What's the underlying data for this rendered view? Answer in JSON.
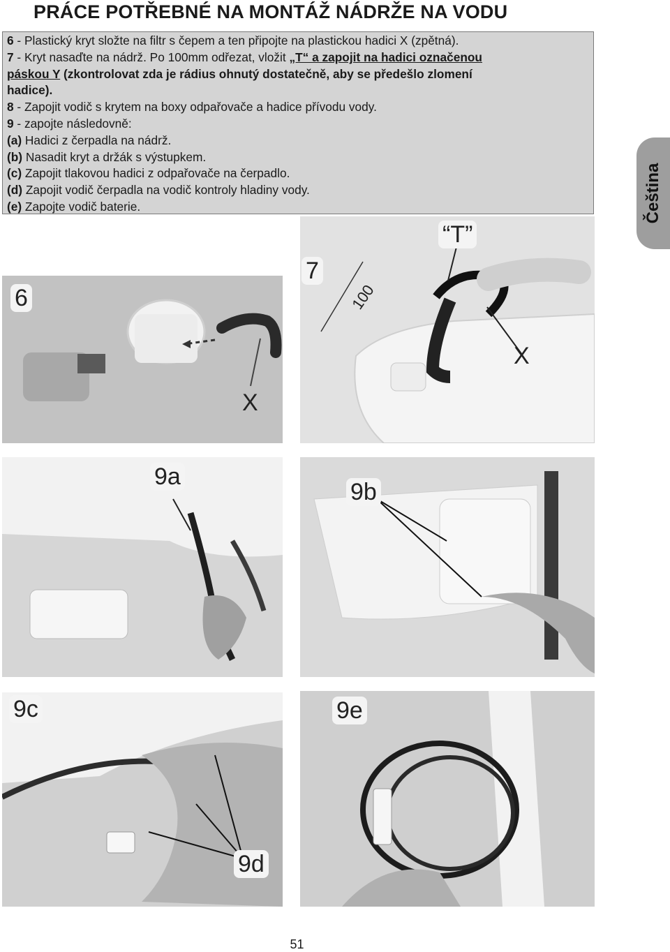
{
  "header": {
    "title": "PRÁCE POTŘEBNÉ NA MONTÁŽ NÁDRŽE NA VODU"
  },
  "instructions": {
    "l1_num": "6",
    "l1_text": " - Plastický kryt složte na filtr s čepem a ten připojte na plastickou hadici X (zpětná).",
    "l2_num": "7",
    "l2_text": " - Kryt nasaďte na nádrž. Po 100mm odřezat, vložit ",
    "l2_bold": "„T“ a zapojit na hadici označenou",
    "l3_bold_u": "páskou Y",
    "l3_bold": " (zkontrolovat zda je rádius ohnutý dostatečně, aby se předešlo zlomení",
    "l4_bold": "hadice).",
    "l5_num": "8",
    "l5_text": " - Zapojit vodič s krytem na boxy odpařovače a hadice přívodu vody.",
    "l6_num": "9",
    "l6_text": " - zapojte následovně:",
    "a_key": "(a)",
    "a_text": " Hadici z čerpadla na nádrž.",
    "b_key": "(b)",
    "b_text": " Nasadit kryt a držák s výstupkem.",
    "c_key": "(c)",
    "c_text": " Zapojit tlakovou hadici z odpařovače na čerpadlo.",
    "d_key": "(d)",
    "d_text": " Zapojit vodič čerpadla na vodič kontroly hladiny vody.",
    "e_key": "(e)",
    "e_text": " Zapojte vodič baterie."
  },
  "language_tab": "Čeština",
  "figures": {
    "fig6": {
      "label": "6",
      "x_label": "X"
    },
    "fig7": {
      "label": "7",
      "t_label": "“T”",
      "dim_label": "100",
      "x_label": "X"
    },
    "fig9a": {
      "label": "9a"
    },
    "fig9b": {
      "label": "9b"
    },
    "fig9c": {
      "label": "9c"
    },
    "fig9d": {
      "label": "9d"
    },
    "fig9e": {
      "label": "9e"
    }
  },
  "footer": {
    "page_number": "51"
  }
}
